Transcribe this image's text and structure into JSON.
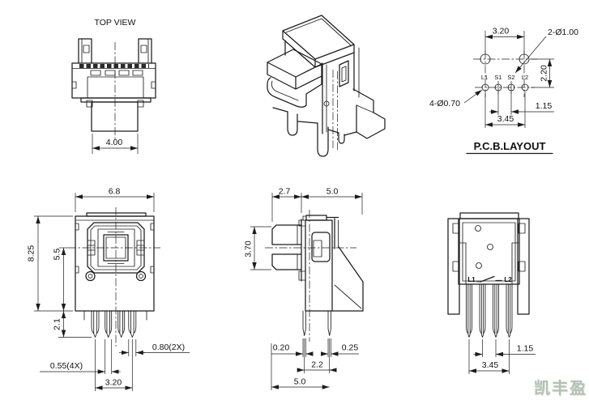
{
  "colors": {
    "ink": "#1c1c1c",
    "paper": "#ffffff",
    "watermark": "#b4c2b4"
  },
  "top_view": {
    "title": "TOP VIEW",
    "dim_plug_width": "4.00"
  },
  "pcb_layout": {
    "title": "P.C.B.LAYOUT",
    "dim_large_hole_pitch": "3.20",
    "callout_large_holes": "2-Ø1.00",
    "dim_row_spacing": "2.20",
    "callout_small_holes": "4-Ø0.70",
    "dim_small_hole_inner_pitch": "1.15",
    "dim_small_hole_span": "3.45",
    "pad_labels": [
      "L1",
      "S1",
      "S2",
      "L2"
    ]
  },
  "front_view": {
    "dim_body_width": "6.8",
    "dim_total_height": "8.25",
    "dim_lower_body_height": "5.5",
    "dim_pin_length": "2.1",
    "dim_small_pin_width": "0.55(4X)",
    "dim_large_pin_width": "0.80(2X)",
    "dim_pin_span": "3.20"
  },
  "side_view": {
    "dim_port_depth": "2.7",
    "dim_body_depth": "5.0",
    "dim_port_height": "3.70",
    "dim_front_pin_thickness": "0.20",
    "dim_rear_pin_thickness": "0.25",
    "dim_pin_spacing": "2.2",
    "dim_overall_depth": "5.0"
  },
  "rear_view": {
    "dim_pin_inner_pitch": "1.15",
    "dim_pin_span": "3.45",
    "terminal_labels": [
      "L1",
      "L2"
    ]
  },
  "watermark": {
    "text": "凯丰盈"
  }
}
